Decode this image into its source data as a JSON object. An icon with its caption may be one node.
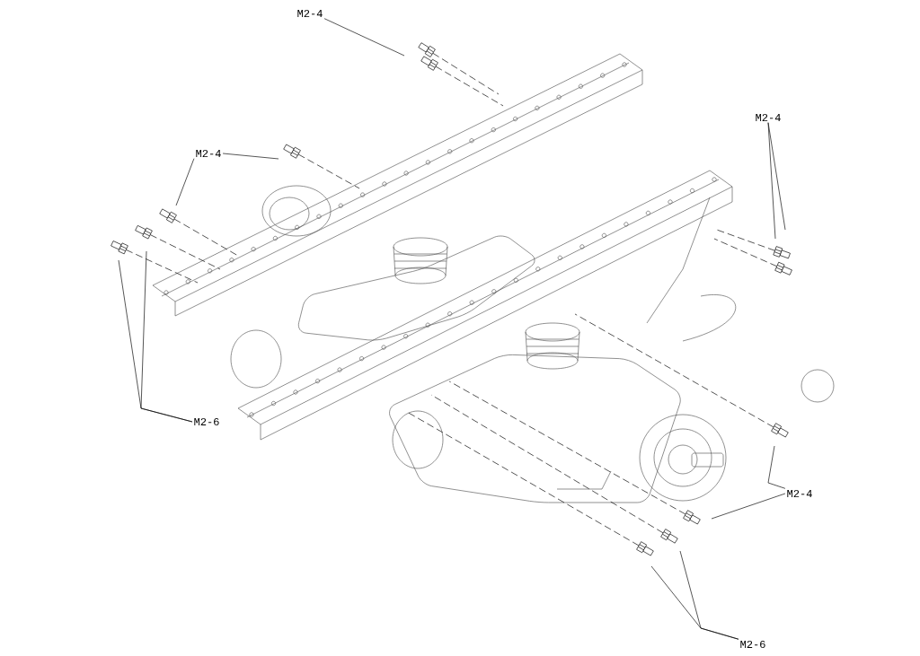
{
  "diagram": {
    "nodes": [
      {
        "text": [
          "M2-4"
        ]
      },
      {
        "text": [
          "M2-4"
        ]
      },
      {
        "text": [
          "M2-6"
        ]
      },
      {
        "text": [
          "M2-4"
        ]
      },
      {
        "text": [
          "M2-4"
        ]
      },
      {
        "text": [
          "M2-6"
        ]
      }
    ],
    "edges": [
      {
        "from": 0,
        "to": null,
        "arrow": "none"
      },
      {
        "from": 1,
        "to": null,
        "arrow": "none"
      },
      {
        "from": 1,
        "to": null,
        "arrow": "none"
      },
      {
        "from": 2,
        "to": null,
        "arrow": "none"
      },
      {
        "from": 2,
        "to": null,
        "arrow": "none"
      },
      {
        "from": 3,
        "to": null,
        "arrow": "none"
      },
      {
        "from": 3,
        "to": null,
        "arrow": "none"
      },
      {
        "from": 4,
        "to": null,
        "arrow": "none"
      },
      {
        "from": 4,
        "to": null,
        "arrow": "none"
      },
      {
        "from": 5,
        "to": null,
        "arrow": "none"
      },
      {
        "from": 5,
        "to": null,
        "arrow": "none"
      }
    ]
  }
}
